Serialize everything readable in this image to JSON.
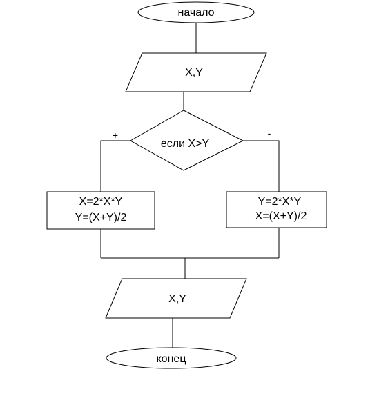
{
  "flowchart": {
    "start": {
      "label": "начало"
    },
    "input": {
      "label": "X,Y"
    },
    "decision": {
      "label": "если X>Y",
      "yes_label": "+",
      "no_label": "-"
    },
    "process_yes": {
      "line1": "X=2*X*Y",
      "line2": "Y=(X+Y)/2"
    },
    "process_no": {
      "line1": "Y=2*X*Y",
      "line2": "X=(X+Y)/2"
    },
    "output": {
      "label": "X,Y"
    },
    "end": {
      "label": "конец"
    }
  },
  "colors": {
    "stroke": "#000000",
    "fill": "#ffffff",
    "background": "#ffffff"
  }
}
